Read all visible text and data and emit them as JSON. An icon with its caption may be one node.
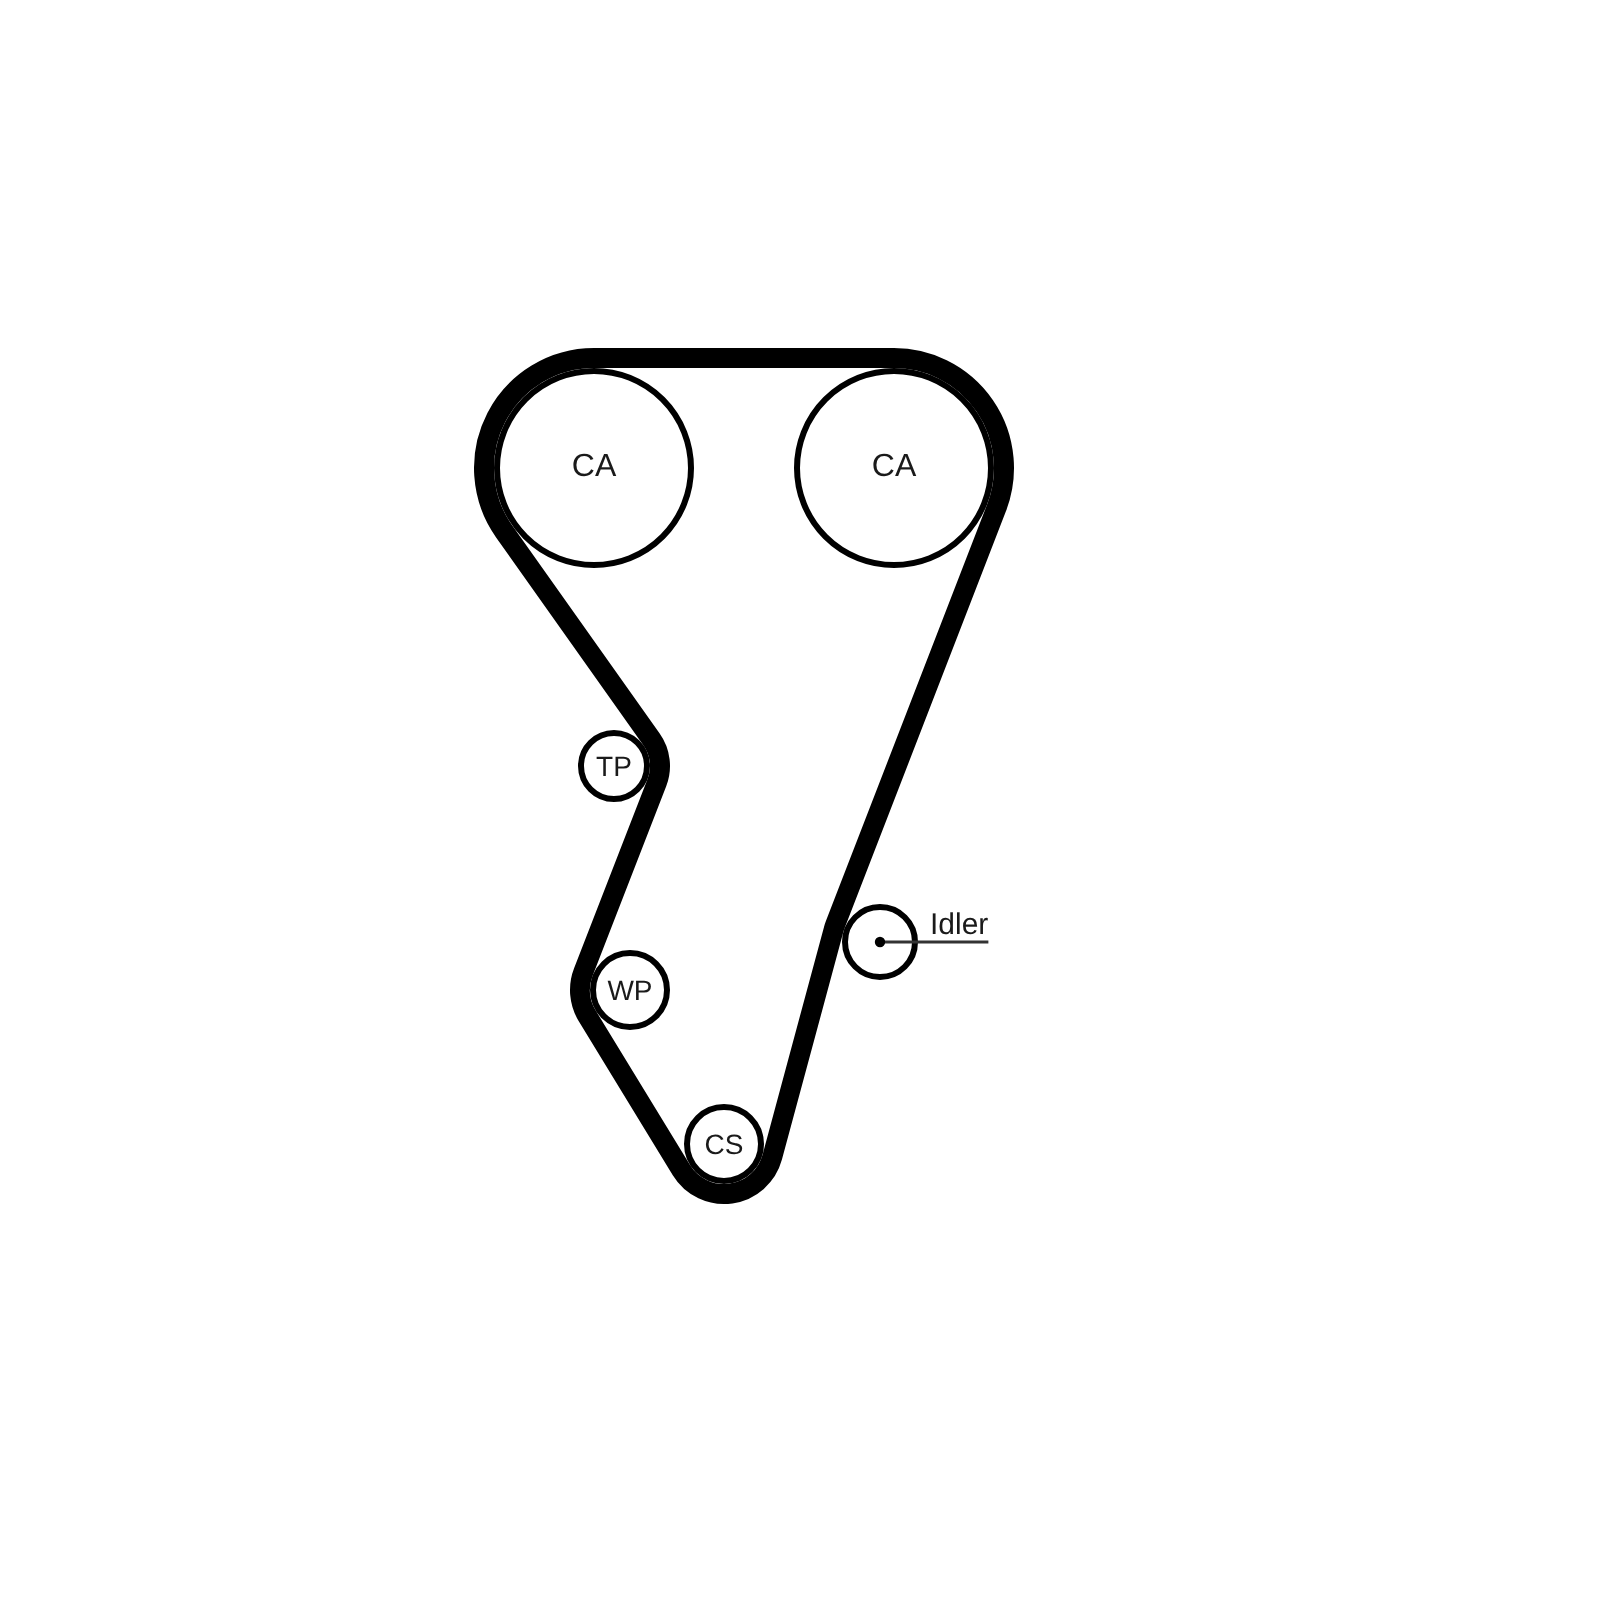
{
  "diagram": {
    "nodes": [
      {
        "text": [
          "CA"
        ]
      },
      {
        "text": [
          "CA"
        ]
      },
      {
        "text": [
          "TP"
        ]
      },
      {
        "text": [],
        "shape": "circle"
      },
      {
        "text": [
          "Idler"
        ]
      },
      {
        "text": [
          "WP"
        ]
      },
      {
        "text": [
          "CS"
        ]
      }
    ],
    "edges": [
      {
        "from": 4,
        "to": 3,
        "arrow": "none"
      }
    ]
  }
}
